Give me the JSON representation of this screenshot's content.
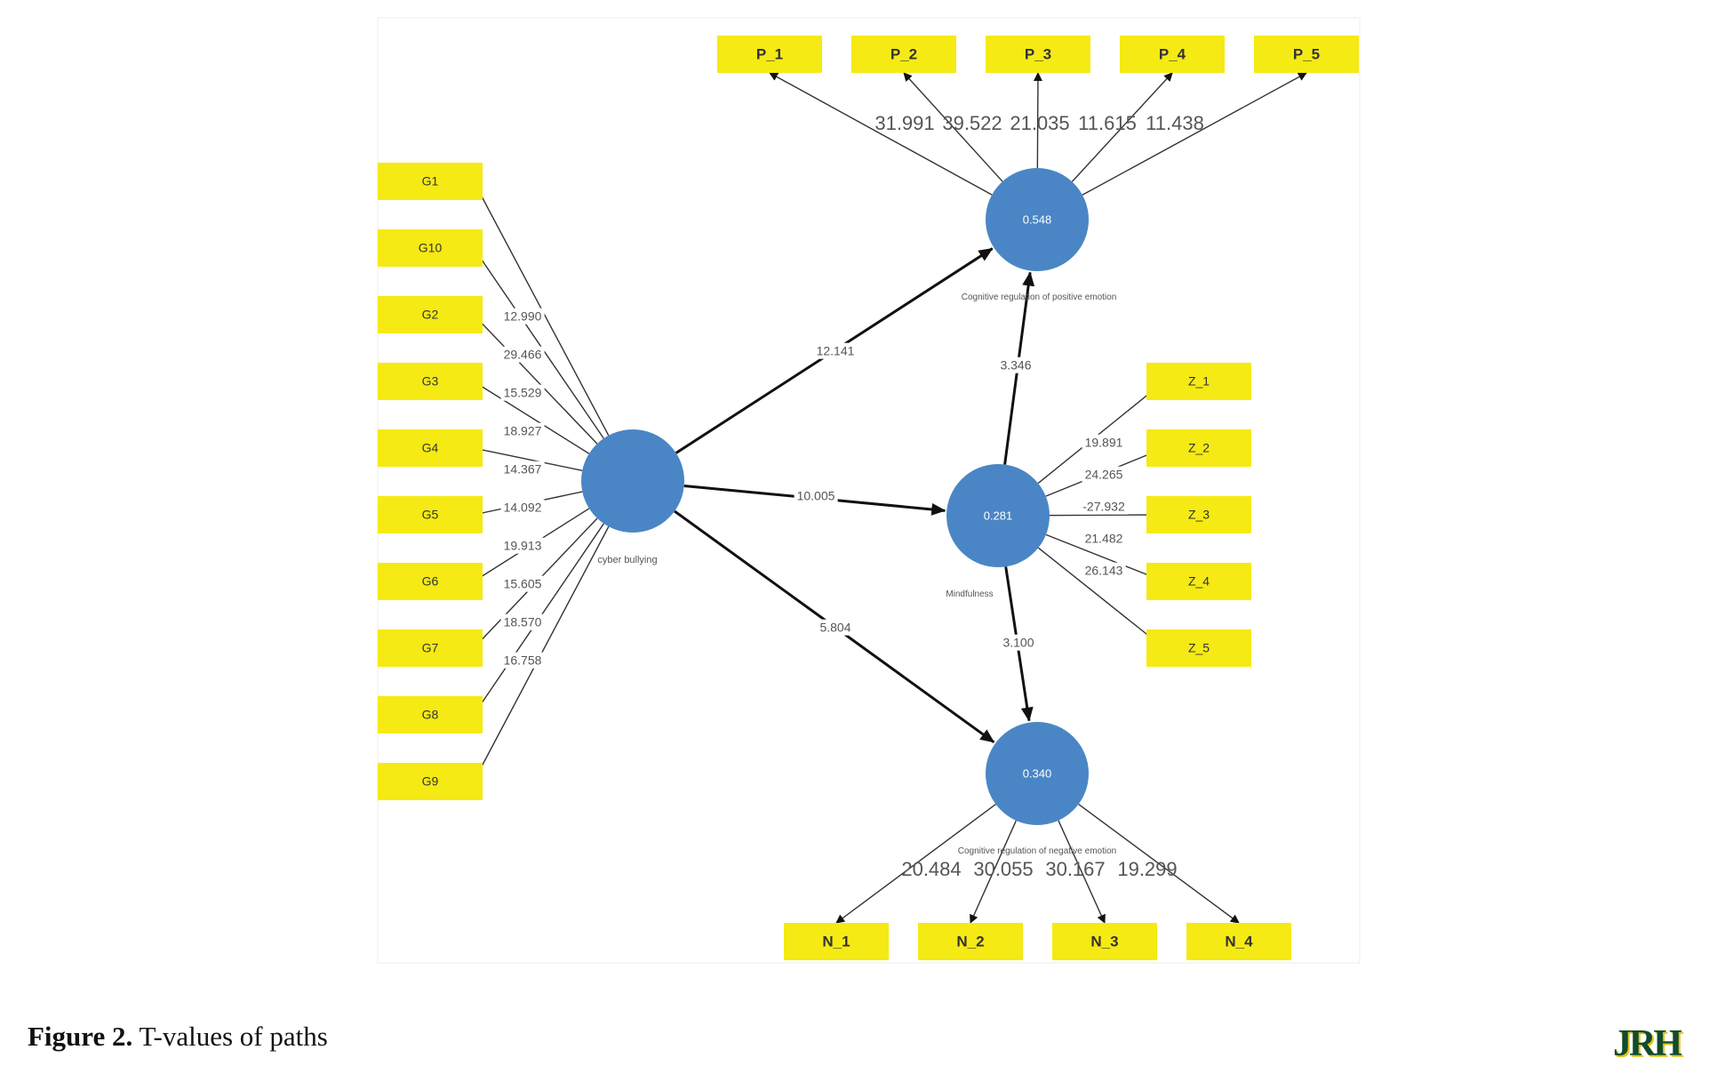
{
  "diagram": {
    "latents": [
      {
        "id": "cyber",
        "name": "cyber bullying",
        "r2": ""
      },
      {
        "id": "pos",
        "name": "Cognitive regulation of positive emotion",
        "r2": "0.548"
      },
      {
        "id": "mind",
        "name": "Mindfulness",
        "r2": "0.281"
      },
      {
        "id": "neg",
        "name": "Cognitive regulation of negative emotion",
        "r2": "0.340"
      }
    ],
    "indicators": [
      {
        "id": "G1",
        "label": "G1"
      },
      {
        "id": "G10",
        "label": "G10"
      },
      {
        "id": "G2",
        "label": "G2"
      },
      {
        "id": "G3",
        "label": "G3"
      },
      {
        "id": "G4",
        "label": "G4"
      },
      {
        "id": "G5",
        "label": "G5"
      },
      {
        "id": "G6",
        "label": "G6"
      },
      {
        "id": "G7",
        "label": "G7"
      },
      {
        "id": "G8",
        "label": "G8"
      },
      {
        "id": "G9",
        "label": "G9"
      },
      {
        "id": "P_1",
        "label": "P_1"
      },
      {
        "id": "P_2",
        "label": "P_2"
      },
      {
        "id": "P_3",
        "label": "P_3"
      },
      {
        "id": "P_4",
        "label": "P_4"
      },
      {
        "id": "P_5",
        "label": "P_5"
      },
      {
        "id": "Z_1",
        "label": "Z_1"
      },
      {
        "id": "Z_2",
        "label": "Z_2"
      },
      {
        "id": "Z_3",
        "label": "Z_3"
      },
      {
        "id": "Z_4",
        "label": "Z_4"
      },
      {
        "id": "Z_5",
        "label": "Z_5"
      },
      {
        "id": "N_1",
        "label": "N_1"
      },
      {
        "id": "N_2",
        "label": "N_2"
      },
      {
        "id": "N_3",
        "label": "N_3"
      },
      {
        "id": "N_4",
        "label": "N_4"
      }
    ],
    "outer_paths": [
      {
        "from": "cyber",
        "to": "G1",
        "t": "12.990"
      },
      {
        "from": "cyber",
        "to": "G10",
        "t": "29.466"
      },
      {
        "from": "cyber",
        "to": "G2",
        "t": "15.529"
      },
      {
        "from": "cyber",
        "to": "G3",
        "t": "18.927"
      },
      {
        "from": "cyber",
        "to": "G4",
        "t": "14.367"
      },
      {
        "from": "cyber",
        "to": "G5",
        "t": "14.092"
      },
      {
        "from": "cyber",
        "to": "G6",
        "t": "19.913"
      },
      {
        "from": "cyber",
        "to": "G7",
        "t": "15.605"
      },
      {
        "from": "cyber",
        "to": "G8",
        "t": "18.570"
      },
      {
        "from": "cyber",
        "to": "G9",
        "t": "16.758"
      },
      {
        "from": "pos",
        "to": "P_1",
        "t": "31.991"
      },
      {
        "from": "pos",
        "to": "P_2",
        "t": "39.522"
      },
      {
        "from": "pos",
        "to": "P_3",
        "t": "21.035"
      },
      {
        "from": "pos",
        "to": "P_4",
        "t": "11.615"
      },
      {
        "from": "pos",
        "to": "P_5",
        "t": "11.438"
      },
      {
        "from": "mind",
        "to": "Z_1",
        "t": "19.891"
      },
      {
        "from": "mind",
        "to": "Z_2",
        "t": "24.265"
      },
      {
        "from": "mind",
        "to": "Z_3",
        "t": "-27.932"
      },
      {
        "from": "mind",
        "to": "Z_4",
        "t": "21.482"
      },
      {
        "from": "mind",
        "to": "Z_5",
        "t": "26.143"
      },
      {
        "from": "neg",
        "to": "N_1",
        "t": "20.484"
      },
      {
        "from": "neg",
        "to": "N_2",
        "t": "30.055"
      },
      {
        "from": "neg",
        "to": "N_3",
        "t": "30.167"
      },
      {
        "from": "neg",
        "to": "N_4",
        "t": "19.299"
      }
    ],
    "inner_paths": [
      {
        "from": "cyber",
        "to": "pos",
        "t": "12.141"
      },
      {
        "from": "cyber",
        "to": "mind",
        "t": "10.005"
      },
      {
        "from": "cyber",
        "to": "neg",
        "t": "5.804"
      },
      {
        "from": "mind",
        "to": "pos",
        "t": "3.346"
      },
      {
        "from": "mind",
        "to": "neg",
        "t": "3.100"
      }
    ]
  },
  "caption": {
    "label": "Figure 2.",
    "text": "T-values of paths"
  },
  "logo": {
    "text": "JRH"
  },
  "colors": {
    "indicator": "#f5ea14",
    "latent": "#4a86c5",
    "arrow": "#111111",
    "outer_line": "#333333"
  }
}
